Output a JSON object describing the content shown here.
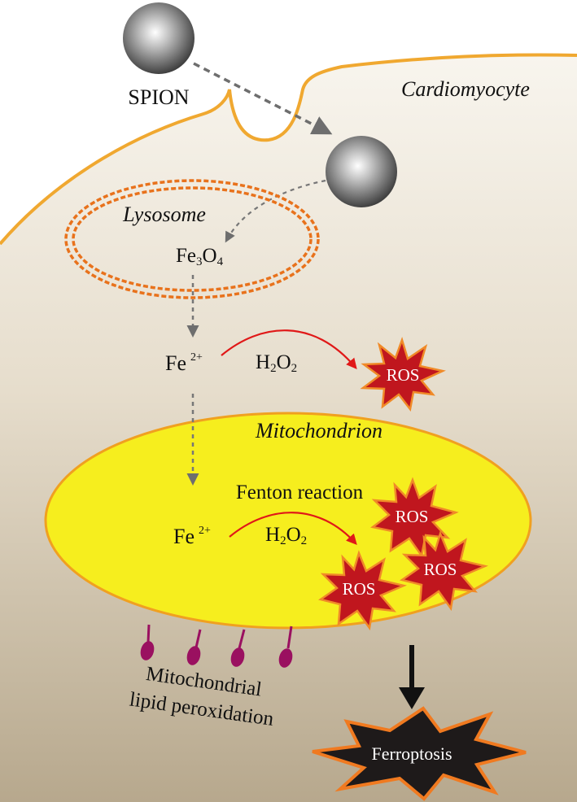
{
  "labels": {
    "spion": "SPION",
    "cardiomyocyte": "Cardiomyocyte",
    "lysosome": "Lysosome",
    "fe3o4_main": "Fe",
    "fe3o4_sub3": "3",
    "fe3o4_O": "O",
    "fe3o4_sub4": "4",
    "fe": "Fe",
    "fe_charge": "2+",
    "h2o2_H": "H",
    "h2o2_sub2a": "2",
    "h2o2_O": "O",
    "h2o2_sub2b": "2",
    "mitochondrion": "Mitochondrion",
    "fenton": "Fenton reaction",
    "ros": "ROS",
    "lipid_line1": "Mitochondrial",
    "lipid_line2": "lipid peroxidation",
    "ferroptosis": "Ferroptosis"
  },
  "colors": {
    "cell_membrane": "#f0a830",
    "cell_fill_top": "#f7f3ea",
    "cell_fill_bottom": "#b8a98e",
    "lysosome": "#e8721c",
    "mitochondrion_fill": "#f6ee1e",
    "mitochondrion_edge": "#f0a020",
    "ros_fill": "#c0161e",
    "ros_edge": "#f08a28",
    "ferroptosis_fill": "#1e1a1a",
    "ferroptosis_edge": "#f07a20",
    "red_arrow": "#e01818",
    "dashed_arrow": "#777777",
    "lipid_marker": "#9a1060"
  }
}
